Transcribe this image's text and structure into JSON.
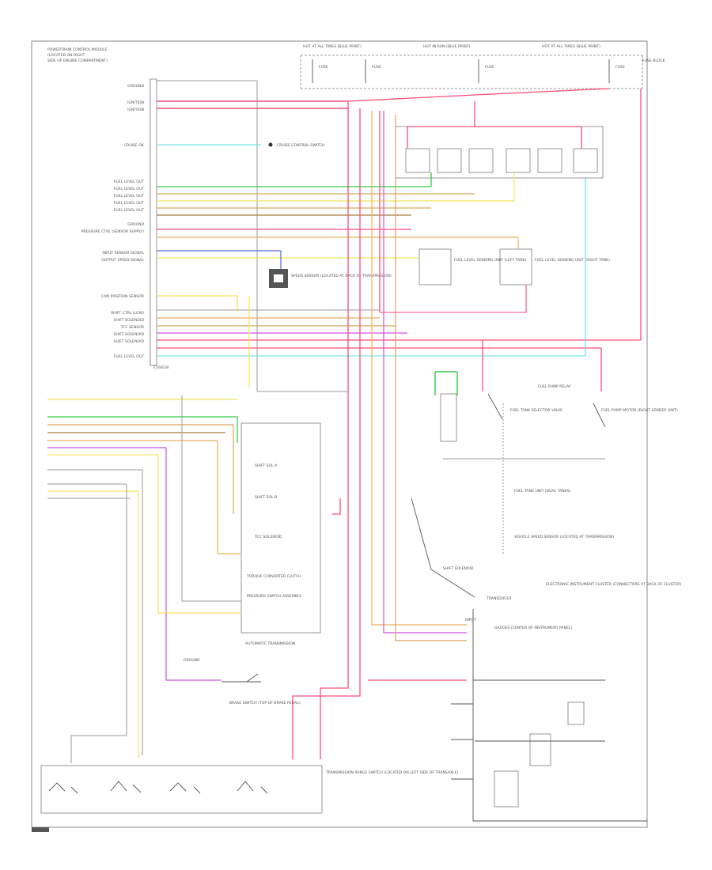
{
  "pcm": {
    "title_lines": [
      "POWERTRAIN CONTROL MODULE",
      "(LOCATED ON RIGHT",
      "SIDE OF ENGINE COMPARTMENT)"
    ],
    "pin_labels": [
      "GROUND",
      "IGNITION",
      "IGNITION",
      "CRUISE OK",
      "FUEL LEVEL OUT",
      "FUEL LEVEL OUT",
      "FUEL LEVEL OUT",
      "FUEL LEVEL OUT",
      "FUEL LEVEL OUT",
      "GROUND",
      "PRESSURE CTRL (SENSOR SUPPLY)",
      "INPUT SENSOR SIGNAL",
      "OUTPUT SPEED SIGNAL",
      "CAM POSITION SENSOR",
      "SHIFT CTRL (LOW)",
      "SHIFT SOLENOID",
      "TCC SENSOR",
      "SHIFT SOLENOID",
      "SHIFT SOLENOID",
      "FUEL LEVEL OUT"
    ],
    "footer": "E16/E18"
  },
  "fuel_top": {
    "header_left": "HOT AT ALL TIMES (BLUE PRINT)",
    "header_mid": "HOT IN RUN (BLUE PRINT)",
    "header_right": "HOT AT ALL TIMES (BLUE PRINT)",
    "fuse_labels": [
      "FUSE",
      "FUSE",
      "FUSE",
      "FUSE"
    ],
    "fuse_block": "FUSE BLOCK"
  },
  "components": {
    "cruise_switch": "CRUISE CONTROL SWITCH",
    "speed_sensor": "SPEED SENSOR (LOCATED AT BACK OF TRANSMISSION)",
    "level_sensor_1": "FUEL LEVEL SENDING UNIT (LEFT TANK)",
    "level_sensor_2": "FUEL LEVEL SENDING UNIT (RIGHT TANK)",
    "fuel_pump_relay": "FUEL PUMP RELAY",
    "tank_selector": "FUEL TANK SELECTOR VALVE",
    "dual_tank": "FUEL TANK UNIT (DUAL TANKS)",
    "fuel_pump_motor": "FUEL PUMP MOTOR (RIGHT SENDER UNIT)",
    "vehicle_speed": "VEHICLE SPEED SENSOR (LOCATED AT TRANSMISSION)",
    "transmission": "AUTOMATIC TRANSMISSION",
    "shift_solenoid_a": "SHIFT SOL A",
    "shift_solenoid_b": "SHIFT SOL B",
    "tcc_solenoid": "TCC SOLENOID",
    "converter_switch": "TORQUE CONVERTER CLUTCH",
    "pressure_switch": "PRESSURE SWITCH ASSEMBLY",
    "brake_switch": "BRAKE SWITCH (TOP OF BRAKE PEDAL)",
    "shift_solenoid_label": "SHIFT SOLENOID",
    "transmission_range": "TRANSMISSION RANGE SWITCH (LOCATED ON LEFT SIDE OF TRANSAXLE)",
    "instrument_cluster": "ELECTRONIC INSTRUMENT CLUSTER (CONNECTORS AT BACK OF CLUSTER)",
    "gauge_title": "GAUGES (CENTER OF INSTRUMENT PANEL)",
    "cluster_input": "INPUT",
    "ground_label": "GROUND",
    "transducer": "TRANSDUCER"
  },
  "wire_colors": {
    "pink": "#ff4d7a",
    "red": "#ff3355",
    "green": "#33cc44",
    "cyan": "#55e0e8",
    "yellow": "#f2e35a",
    "tan": "#d8a85a",
    "orange": "#e8b060",
    "brown": "#a87c3a",
    "violet": "#d050e0",
    "blue": "#5566ee",
    "gray": "#9a9a9a",
    "black": "#333333"
  }
}
